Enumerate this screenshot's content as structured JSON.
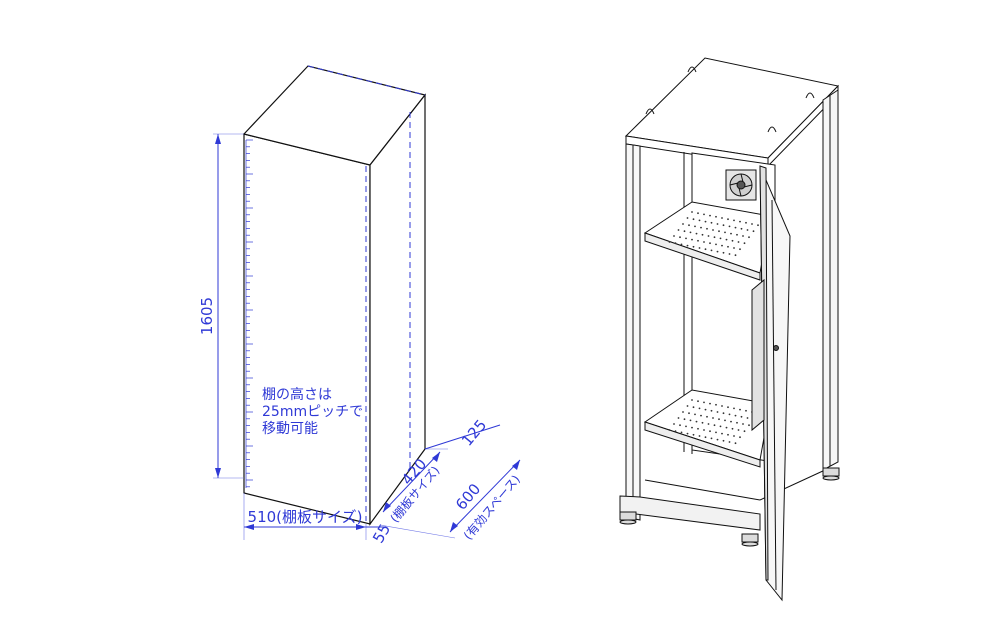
{
  "drawing": {
    "dimensions": {
      "height": "1605",
      "width": "510(棚板サイズ)",
      "offset": "55",
      "shelf_depth_value": "420",
      "shelf_depth_note": "(棚板サイズ)",
      "effective_depth_value": "600",
      "effective_depth_note": "(有効スペース)",
      "rear_offset": "125"
    },
    "note_lines": [
      "棚の高さは",
      "25mmピッチで",
      "移動可能"
    ]
  },
  "colors": {
    "dimension": "#2f39d6",
    "outline": "#111111",
    "cabinet_face": "#f7f7f7"
  }
}
